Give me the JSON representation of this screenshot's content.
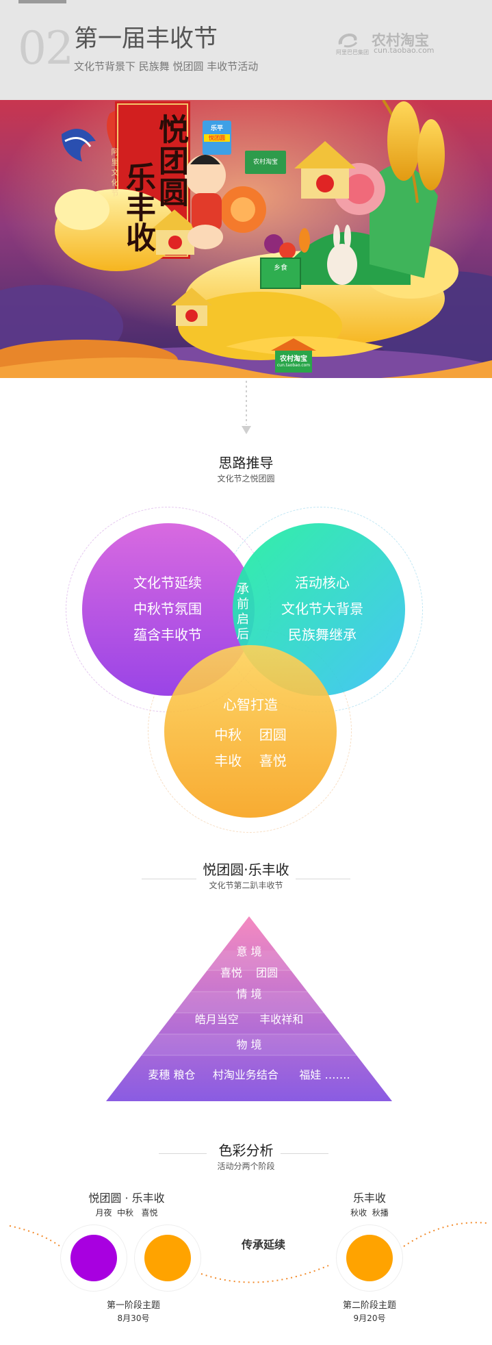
{
  "header": {
    "num": "02",
    "title": "第一届丰收节",
    "subtitle": "文化节背景下 民族舞 悦团圆 丰收节活动",
    "logo": {
      "name": "农村淘宝",
      "tagline": "阿里巴巴集团",
      "url": "cun.taobao.com"
    }
  },
  "banner": {
    "title_col1": "悦团圆",
    "title_col2": "乐丰收",
    "seal": "阿里文化节",
    "milk_label": "乐平",
    "milk_tag": "悦团圆",
    "crate_label": "农村淘宝",
    "box_label": "乡食",
    "house_name": "农村淘宝",
    "house_url": "cun.taobao.com"
  },
  "section1": {
    "title": "思路推导",
    "subtitle": "文化节之悦团圆"
  },
  "venn": {
    "left": [
      "文化节延续",
      "中秋节氛围",
      "蕴含丰收节"
    ],
    "center": "承前启后",
    "right": [
      "活动核心",
      "文化节大背景",
      "民族舞继承"
    ],
    "bottom_title": "心智打造",
    "bottom": [
      "中秋    团圆",
      "丰收    喜悦"
    ],
    "colors": {
      "purple": "#b24fdc",
      "cyan": "#2fd8e0",
      "orange": "#fcb23a"
    }
  },
  "section2": {
    "title": "悦团圆·乐丰收",
    "subtitle": "文化节第二趴丰收节"
  },
  "pyramid": {
    "rows": [
      "意 境",
      "喜悦    团圆",
      "情 境",
      "皓月当空      丰收祥和",
      "物 境",
      "麦穗 粮仓     村淘业务结合      福娃 ……."
    ],
    "colors": {
      "top": "#f08ac4",
      "bottom": "#8c5ce0"
    }
  },
  "section3": {
    "title": "色彩分析",
    "subtitle": "活动分两个阶段"
  },
  "color_analysis": {
    "stage1_title": "悦团圆 · 乐丰收",
    "stage1_keywords": "月夜  中秋   喜悦",
    "stage1_label": "第一阶段主题",
    "stage1_date": "8月30号",
    "middle": "传承延续",
    "stage2_title": "乐丰收",
    "stage2_keywords": "秋收  秋播",
    "stage2_label": "第二阶段主题",
    "stage2_date": "9月20号",
    "swatches": [
      "#a800e0",
      "#ffa300",
      "#ffa300"
    ]
  }
}
